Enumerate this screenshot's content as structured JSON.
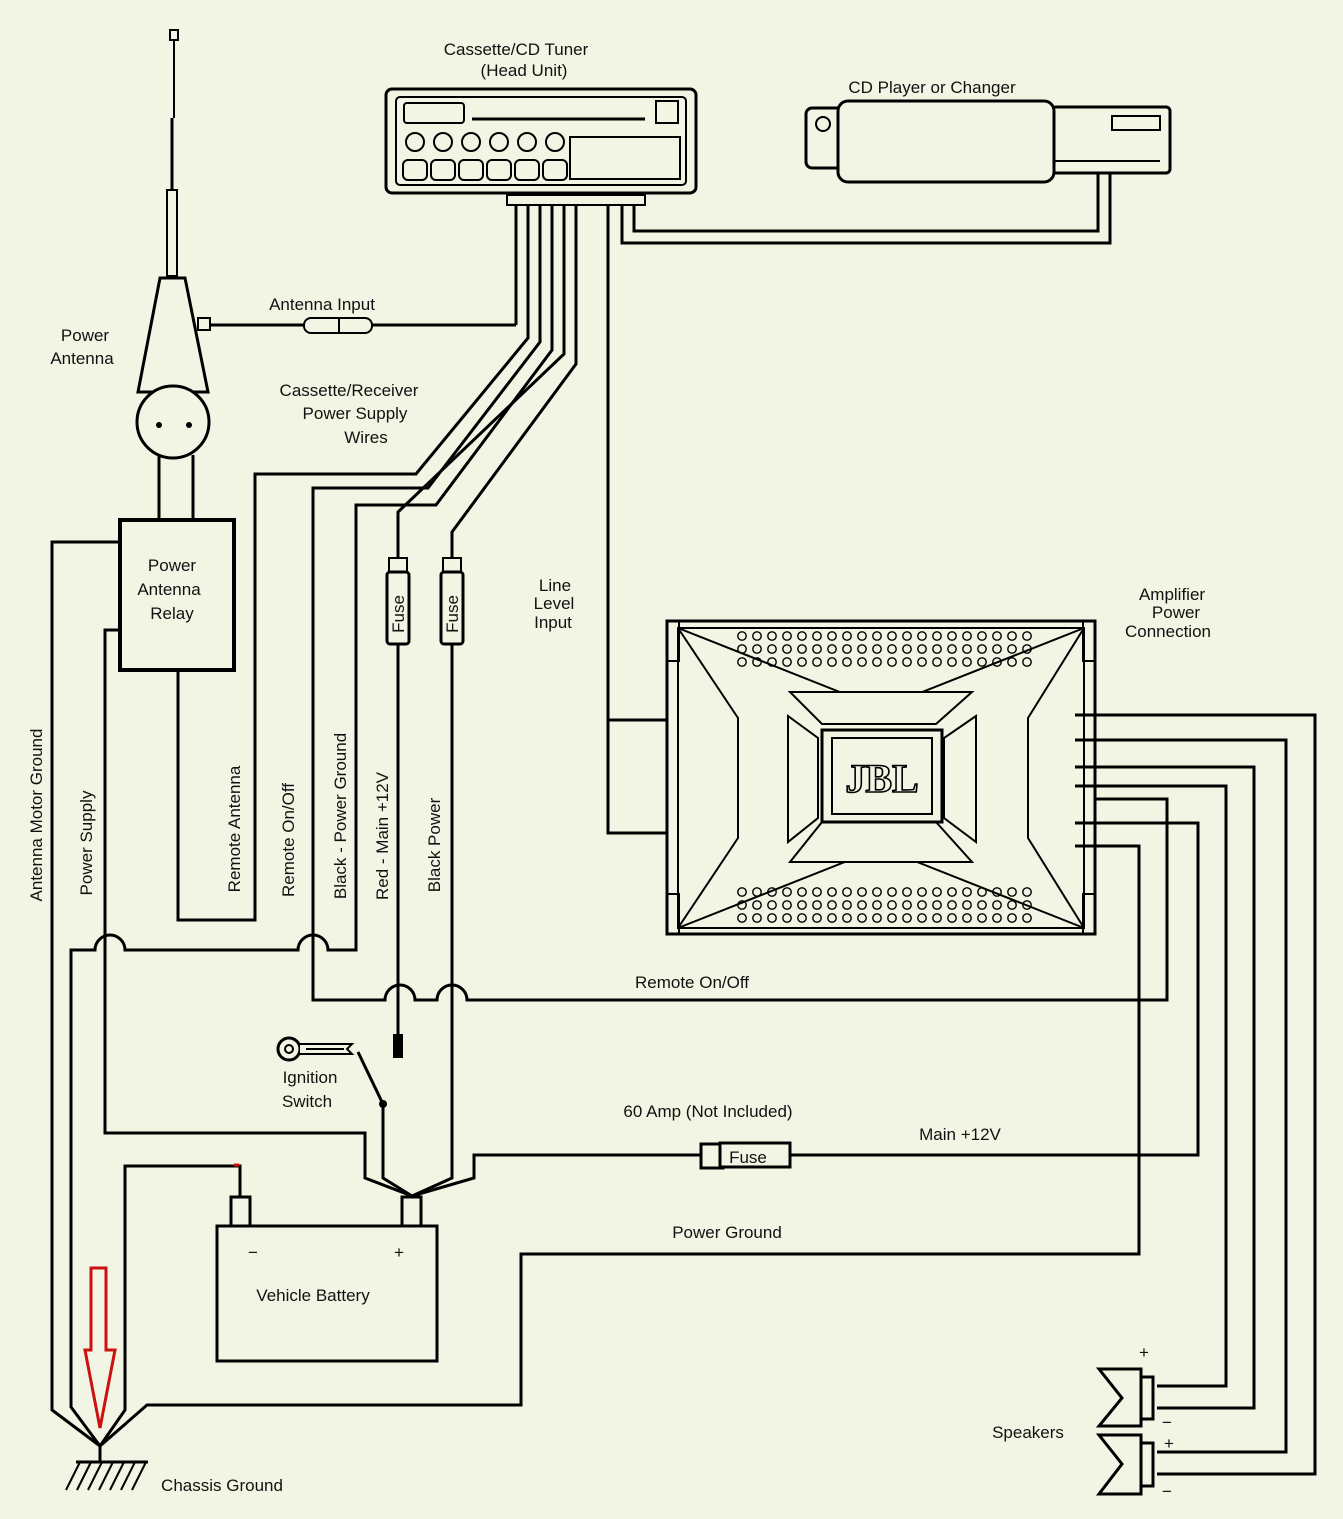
{
  "colors": {
    "background": "#f2f5e3",
    "line": "#000000",
    "ground_arrow": "#cc1111"
  },
  "labels": {
    "head_unit_1": "Cassette/CD Tuner",
    "head_unit_2": "(Head Unit)",
    "cd_changer": "CD Player or Changer",
    "antenna_input": "Antenna Input",
    "power_antenna_1": "Power",
    "power_antenna_2": "Antenna",
    "supply_wires_1": "Cassette/Receiver",
    "supply_wires_2": "Power Supply",
    "supply_wires_3": "Wires",
    "relay_1": "Power",
    "relay_2": "Antenna",
    "relay_3": "Relay",
    "fuse": "Fuse",
    "line_level_1": "Line",
    "line_level_2": "Level",
    "line_level_3": "Input",
    "amp_power_1": "Amplifier",
    "amp_power_2": "Power",
    "amp_power_3": "Connection",
    "amp_brand": "JBL",
    "antenna_motor_ground": "Antenna Motor Ground",
    "power_supply": "Power Supply",
    "remote_antenna": "Remote Antenna",
    "remote_on_off_vertical": "Remote On/Off",
    "black_power_ground": "Black - Power Ground",
    "red_main": "Red - Main +12V",
    "black_power": "Black Power",
    "remote_on_off": "Remote On/Off",
    "ignition_1": "Ignition",
    "ignition_2": "Switch",
    "amp_fuse": "60 Amp (Not Included)",
    "main_12v": "Main +12V",
    "power_ground": "Power Ground",
    "battery": "Vehicle Battery",
    "battery_neg": "−",
    "battery_pos": "+",
    "speakers": "Speakers",
    "spk_plus": "+",
    "spk_minus": "−",
    "chassis_ground": "Chassis Ground"
  }
}
